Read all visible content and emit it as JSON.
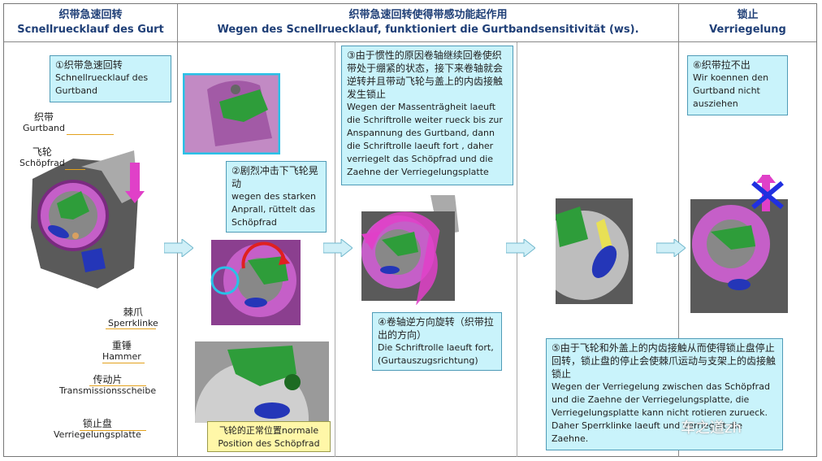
{
  "columns": [
    {
      "title_cn": "织带急速回转",
      "title_de": "Scnellruecklauf des Gurt"
    },
    {
      "title_cn": "织带急速回转使得带感功能起作用",
      "title_de": "Wegen des Scnellruecklauf, funktioniert die Gurtbandsensitivität (ws)."
    },
    {
      "title_cn": "锁止",
      "title_de": "Verriegelung"
    }
  ],
  "notes": {
    "n1": {
      "cn": "①织带急速回转",
      "de": "Schnellruecklauf des Gurtband"
    },
    "n2": {
      "cn": "②剧烈冲击下飞轮晃动",
      "de": "wegen des starken Anprall, rüttelt das Schöpfrad"
    },
    "n3": {
      "cn": "③由于惯性的原因卷轴继续回卷使织带处于绷紧的状态，接下来卷轴就会逆转并且带动飞轮与盖上的内齿接触发生锁止",
      "de": "Wegen der Massenträgheit laeuft die Schriftrolle weiter rueck bis zur Anspannung des Gurtband, dann die Schriftrolle laeuft fort , daher verriegelt das Schöpfrad und die Zaehne der Verriegelungsplatte"
    },
    "n4": {
      "cn": "④卷轴逆方向旋转（织带拉出的方向）",
      "de": "Die Schriftrolle laeuft fort, (Gurtauszugsrichtung)"
    },
    "n5": {
      "cn": "⑤由于飞轮和外盖上的内齿接触从而使得锁止盘停止回转，锁止盘的停止会使棘爪运动与支架上的齿接触锁止",
      "de": "Wegen der Verriegelung zwischen das Schöpfrad und die Zaehne der Verriegelungsplatte, die Verriegelungsplatte kann nicht rotieren zurueck. Daher Sperrklinke laeuft und verriegelt die Zaehne."
    },
    "n6": {
      "cn": "⑥织带拉不出",
      "de": "Wir koennen den Gurtband nicht ausziehen"
    },
    "normal": {
      "cn": "飞轮的正常位置normale",
      "de": "Position des Schöpfrad"
    }
  },
  "labels": [
    {
      "cn": "织带",
      "de": "Gurtband"
    },
    {
      "cn": "飞轮",
      "de": "Schöpfrad"
    },
    {
      "cn": "棘爪",
      "de": "Sperrklinke"
    },
    {
      "cn": "重锤",
      "de": "Hammer"
    },
    {
      "cn": "传动片",
      "de": "Transmissionsscheibe"
    },
    {
      "cn": "锁止盘",
      "de": "Verriegelungsplatte"
    }
  ],
  "watermark": "车之道zh",
  "colors": {
    "header_text": "#1f3f77",
    "note_bg": "#c9f3fb",
    "note_border": "#4f9bb7",
    "yellow_bg": "#fff7a8",
    "flow_arrow": "#cfeff7",
    "housing": "#8b3f8f",
    "wheel": "#2e9d3a",
    "pawl": "#2436b8",
    "arrow_magenta": "#e040c8"
  }
}
